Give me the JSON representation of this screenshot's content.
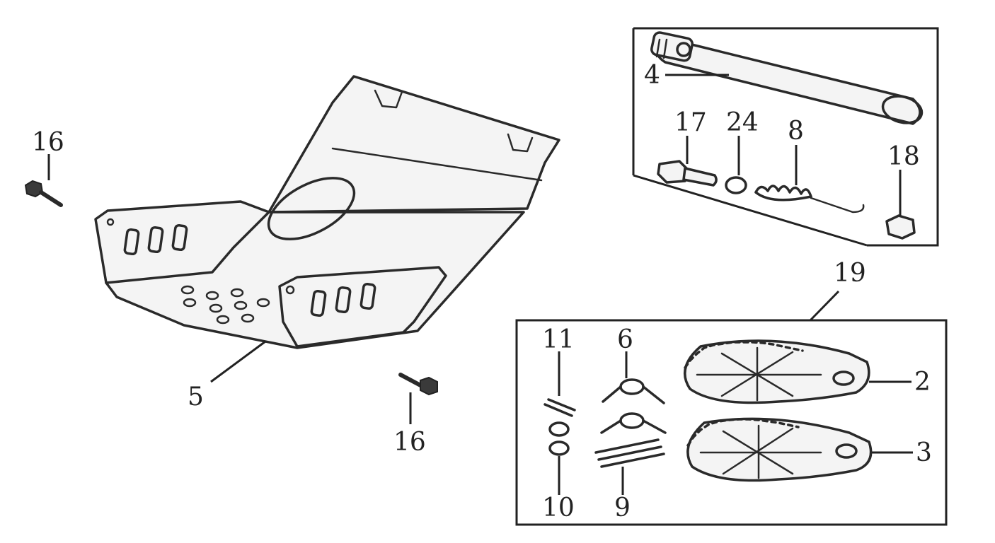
{
  "callouts": {
    "c4": "4",
    "c17": "17",
    "c24": "24",
    "c8": "8",
    "c18": "18",
    "c16a": "16",
    "c16b": "16",
    "c5": "5",
    "c19": "19",
    "c11": "11",
    "c6": "6",
    "c2": "2",
    "c3": "3",
    "c10": "10",
    "c9": "9"
  }
}
